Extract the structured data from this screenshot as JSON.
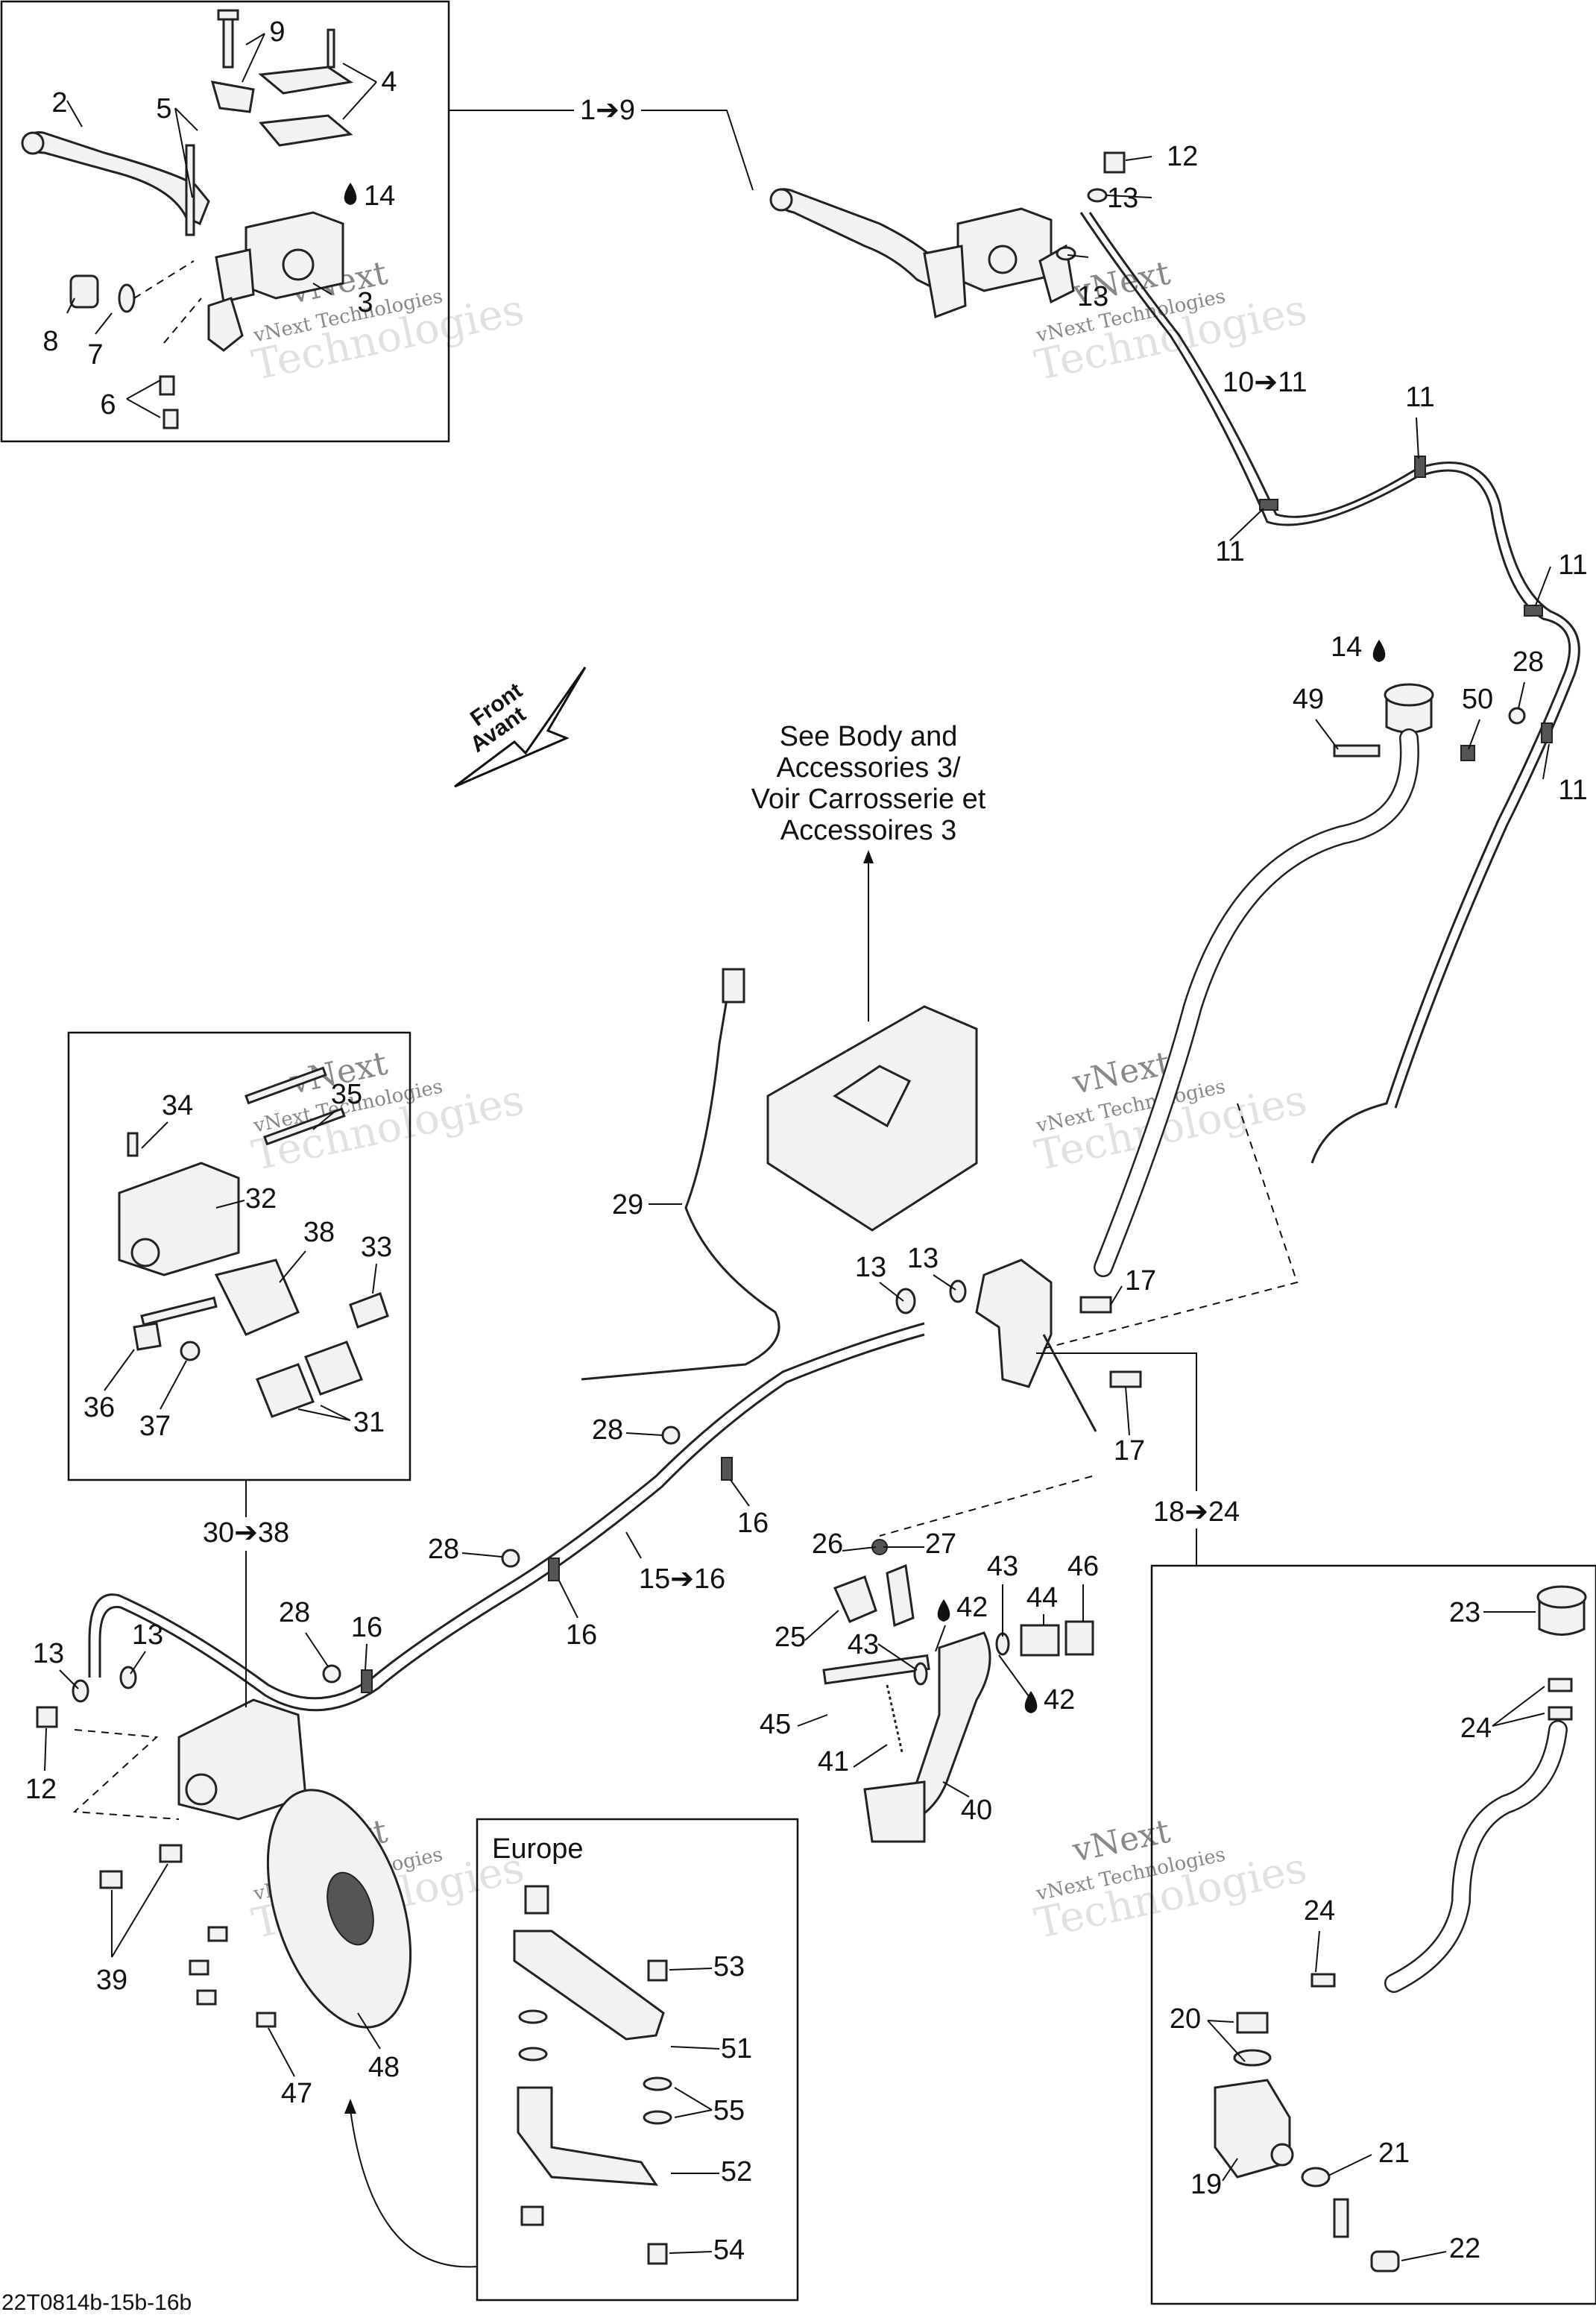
{
  "labels": {
    "l1_9": "1➔9",
    "l2": "2",
    "l3": "3",
    "l4": "4",
    "l5": "5",
    "l6": "6",
    "l7": "7",
    "l8": "8",
    "l9": "9",
    "l10_11": "10➔11",
    "l11": "11",
    "l12": "12",
    "l13": "13",
    "l14": "14",
    "l15_16": "15➔16",
    "l16": "16",
    "l17": "17",
    "l18_24": "18➔24",
    "l19": "19",
    "l20": "20",
    "l21": "21",
    "l22": "22",
    "l23": "23",
    "l24": "24",
    "l25": "25",
    "l26": "26",
    "l27": "27",
    "l28": "28",
    "l29": "29",
    "l30_38": "30➔38",
    "l31": "31",
    "l32": "32",
    "l33": "33",
    "l34": "34",
    "l35": "35",
    "l36": "36",
    "l37": "37",
    "l38": "38",
    "l39": "39",
    "l40": "40",
    "l41": "41",
    "l42": "42",
    "l43": "43",
    "l44": "44",
    "l45": "45",
    "l46": "46",
    "l47": "47",
    "l48": "48",
    "l49": "49",
    "l50": "50",
    "l51": "51",
    "l52": "52",
    "l53": "53",
    "l54": "54",
    "l55": "55"
  },
  "notes": {
    "see_body_1": "See Body and",
    "see_body_2": "Accessories 3/",
    "see_body_3": "Voir Carrosserie et",
    "see_body_4": "Accessoires 3",
    "front": "Front",
    "avant": "Avant",
    "europe": "Europe",
    "footer_code": "22T0814b-15b-16b"
  },
  "watermark": {
    "line1": "vNext",
    "line2": "vNext Technologies",
    "line3": "Technologies"
  },
  "icons": {
    "fluid": "fluid-drop-icon",
    "arrow": "right-arrow-icon"
  }
}
